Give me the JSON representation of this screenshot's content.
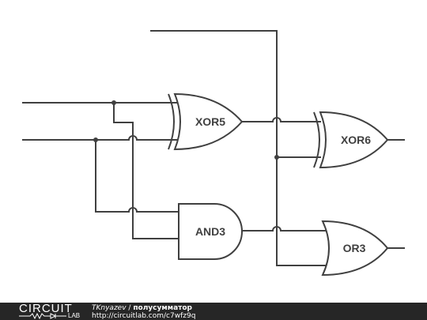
{
  "gates": {
    "xor5": "XOR5",
    "xor6": "XOR6",
    "and3": "AND3",
    "or3": "OR3"
  },
  "footer": {
    "logo_top": "CIRCUIT",
    "logo_bottom": "LAB",
    "author": "TKnyazev",
    "separator": " / ",
    "title": "полусумматор",
    "url": "http://circuitlab.com/c7wfz9q"
  },
  "colors": {
    "wire": "#404040",
    "footer_bg": "#262626",
    "footer_text": "#ffffff"
  }
}
